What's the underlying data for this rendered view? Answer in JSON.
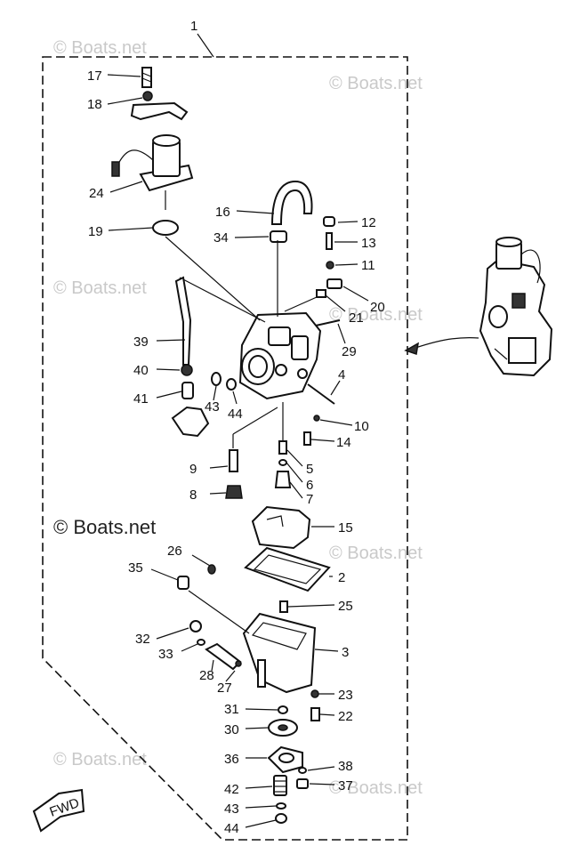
{
  "assembly_label": "1",
  "watermark": "© Boats.net",
  "fwd_label": "FWD",
  "part_labels": {
    "p17": "17",
    "p18": "18",
    "p24": "24",
    "p19": "19",
    "p16": "16",
    "p34": "34",
    "p12": "12",
    "p13": "13",
    "p11": "11",
    "p20": "20",
    "p21": "21",
    "p29": "29",
    "p39": "39",
    "p40": "40",
    "p41": "41",
    "p43a": "43",
    "p44a": "44",
    "p4": "4",
    "p10": "10",
    "p14": "14",
    "p9": "9",
    "p5": "5",
    "p6": "6",
    "p8": "8",
    "p7": "7",
    "p15": "15",
    "p26": "26",
    "p35": "35",
    "p2": "2",
    "p25": "25",
    "p32": "32",
    "p33": "33",
    "p3": "3",
    "p28": "28",
    "p27": "27",
    "p23": "23",
    "p31": "31",
    "p22": "22",
    "p30": "30",
    "p36": "36",
    "p38": "38",
    "p42": "42",
    "p37": "37",
    "p43b": "43",
    "p44b": "44"
  }
}
